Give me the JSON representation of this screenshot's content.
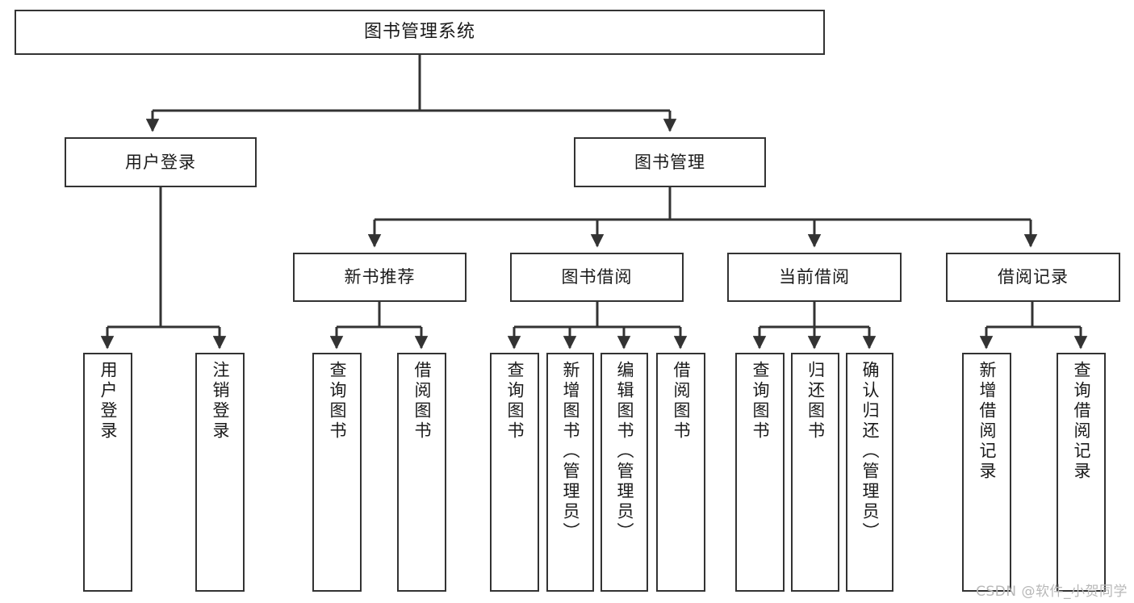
{
  "diagram": {
    "title": "图书管理系统",
    "type": "tree-hierarchy-diagram",
    "colors": {
      "stroke": "#333333",
      "fill": "#ffffff",
      "text": "#1a1a1a",
      "watermark": "#b8b8b8"
    },
    "watermark": "CSDN @软件_小贺同学"
  },
  "nodes": {
    "root": {
      "label": "图书管理系统"
    },
    "level2": [
      {
        "label": "用户登录"
      },
      {
        "label": "图书管理"
      }
    ],
    "level3": [
      {
        "label": "新书推荐"
      },
      {
        "label": "图书借阅"
      },
      {
        "label": "当前借阅"
      },
      {
        "label": "借阅记录"
      }
    ],
    "leaves": {
      "user_login": [
        {
          "label": "用户登录"
        },
        {
          "label": "注销登录"
        }
      ],
      "new_book_recommend": [
        {
          "label": "查询图书"
        },
        {
          "label": "借阅图书"
        }
      ],
      "book_borrow": [
        {
          "label": "查询图书"
        },
        {
          "label": "新增图书（管理员）"
        },
        {
          "label": "编辑图书（管理员）"
        },
        {
          "label": "借阅图书"
        }
      ],
      "current_borrow": [
        {
          "label": "查询图书"
        },
        {
          "label": "归还图书"
        },
        {
          "label": "确认归还（管理员）"
        }
      ],
      "borrow_record": [
        {
          "label": "新增借阅记录"
        },
        {
          "label": "查询借阅记录"
        }
      ]
    }
  }
}
